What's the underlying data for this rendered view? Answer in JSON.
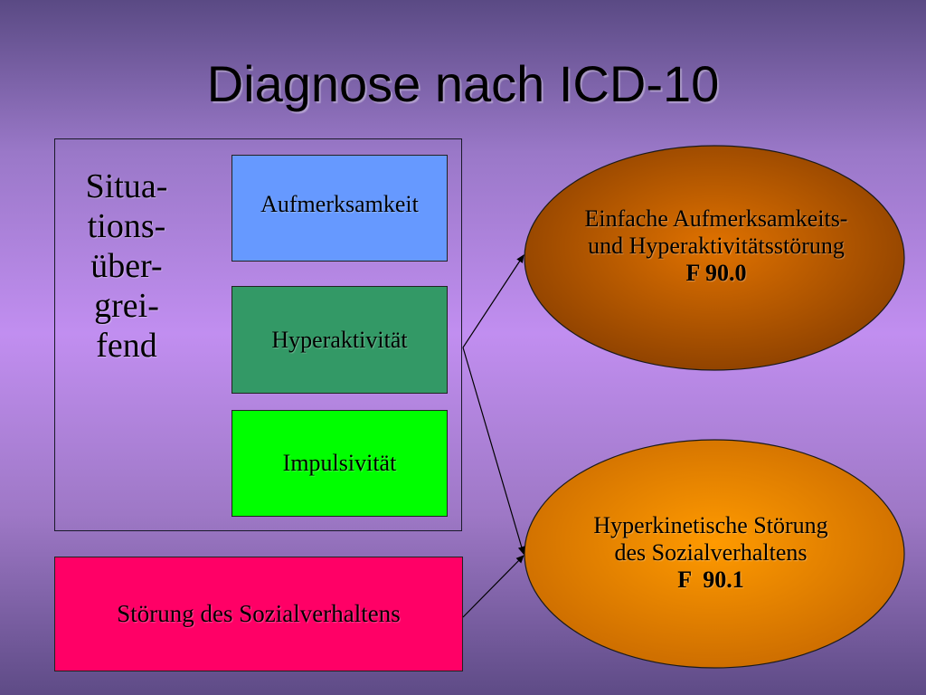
{
  "title": "Diagnose nach ICD-10",
  "side_label": [
    "Situa-",
    "tions-",
    "über-",
    "grei-",
    "fend"
  ],
  "symptoms": {
    "attention": "Aufmerksamkeit",
    "hyperactivity": "Hyperaktivität",
    "impulsivity": "Impulsivität"
  },
  "social_box": "Störung des Sozialverhaltens",
  "diagnoses": [
    {
      "line1": "Einfache Aufmerksamkeits-",
      "line2": "und Hyperaktivitätsstörung",
      "code": "F 90.0"
    },
    {
      "line1": "Hyperkinetische Störung",
      "line2": "des Sozialverhaltens",
      "code": "F  90.1"
    }
  ],
  "colors": {
    "attention": "#6699ff",
    "hyperactivity": "#339966",
    "impulsivity": "#00ff00",
    "social": "#ff0066",
    "ellipse_dark": "#b35900",
    "ellipse_light": "#ff9900"
  }
}
